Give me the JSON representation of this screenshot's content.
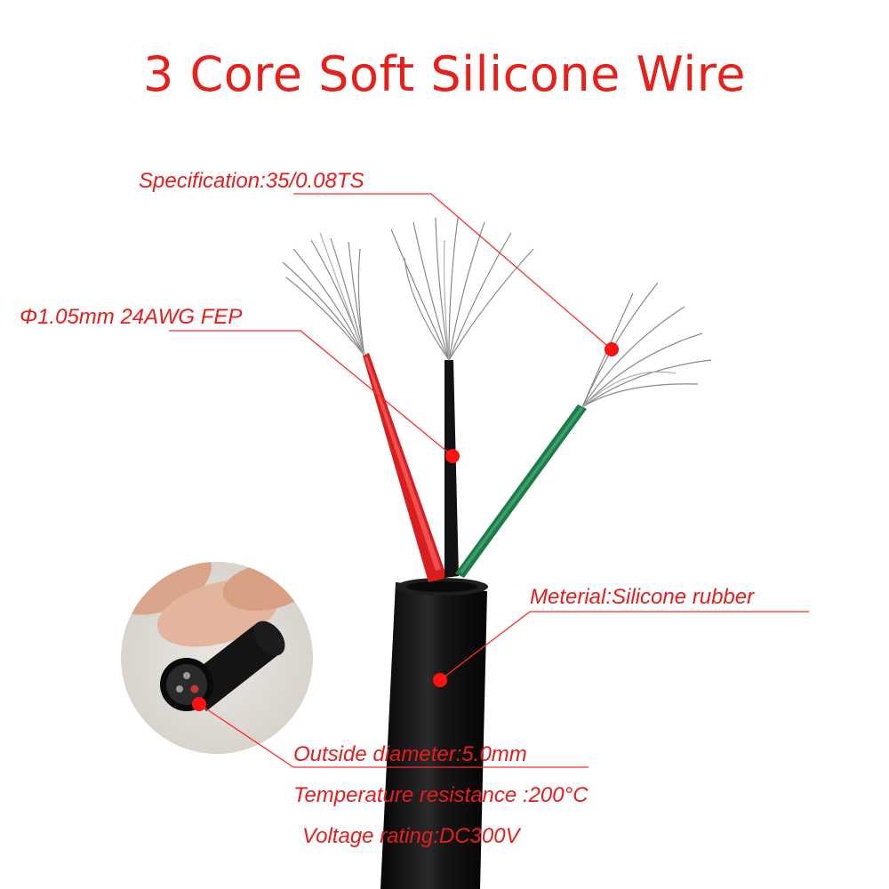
{
  "title": "3 Core Soft Silicone Wire",
  "labels": {
    "specification": "Specification:35/0.08TS",
    "conductor": "Φ1.05mm 24AWG FEP",
    "material": "Meterial:Silicone rubber",
    "outside_diameter": "Outside diameter:5.0mm",
    "temperature": "Temperature resistance :200°C",
    "voltage": "Voltage rating:DC300V"
  },
  "colors": {
    "text": "#e81c1c",
    "cores": [
      "#d81e1e",
      "#111111",
      "#1f7a4a"
    ],
    "sheath": "#0c0c0c"
  }
}
